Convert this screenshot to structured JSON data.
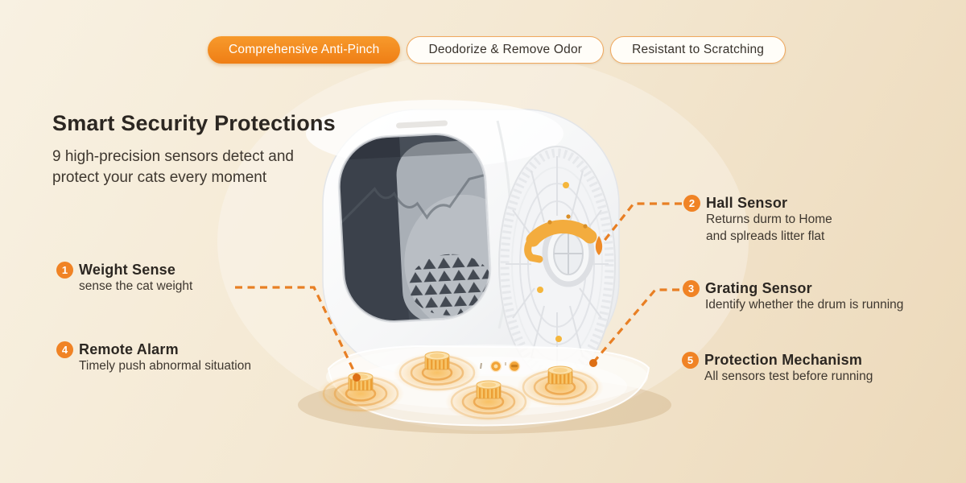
{
  "tabs": [
    {
      "label": "Comprehensive Anti-Pinch",
      "active": true
    },
    {
      "label": "Deodorize & Remove Odor",
      "active": false
    },
    {
      "label": "Resistant to Scratching",
      "active": false
    }
  ],
  "intro": {
    "title": "Smart Security Protections",
    "subtitle_lines": [
      "9 high-precision sensors detect and",
      "protect your cats every moment"
    ]
  },
  "callouts": [
    {
      "number": "1",
      "title": "Weight Sense",
      "lines": [
        "sense the cat weight"
      ]
    },
    {
      "number": "2",
      "title": "Hall Sensor",
      "lines": [
        "Returns durm to Home",
        "and splreads litter flat"
      ]
    },
    {
      "number": "3",
      "title": "Grating Sensor",
      "lines": [
        "Identify whether the drum is running"
      ]
    },
    {
      "number": "4",
      "title": "Remote Alarm",
      "lines": [
        "Timely push abnormal situation"
      ]
    },
    {
      "number": "5",
      "title": "Protection Mechanism",
      "lines": [
        "All sensors test before running"
      ]
    }
  ],
  "colors": {
    "accent_orange": "#F08325",
    "tab_active_bg": "#F5891D",
    "tab_border": "#F0A85E",
    "dashed_line": "#E87F24",
    "heading_text": "#2C2722",
    "body_text": "#3E372F",
    "background_top": "#F8F1E2",
    "background_bottom": "#ECD9BA",
    "handle_amber": "#F3AC3E"
  }
}
